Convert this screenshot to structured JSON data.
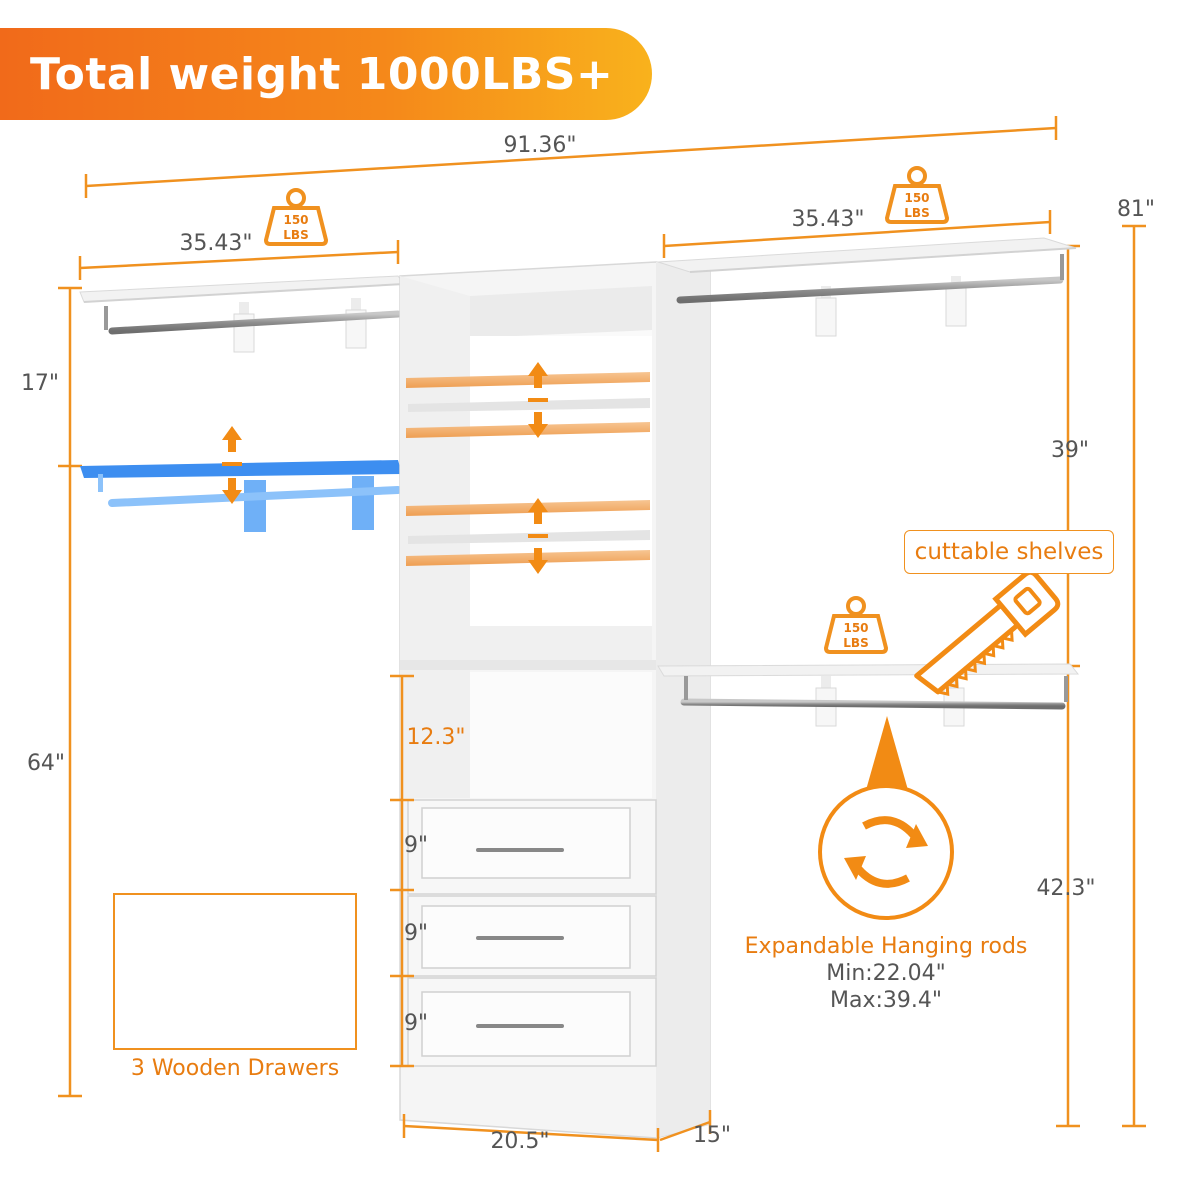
{
  "banner": {
    "title": "Total weight 1000LBS+"
  },
  "dimensions": {
    "total_width": "91.36\"",
    "left_shelf_width": "35.43\"",
    "right_shelf_width": "35.43\"",
    "total_height": "81\"",
    "top_gap": "17\"",
    "lower_left_height": "64\"",
    "right_upper_gap": "39\"",
    "right_lower_height": "42.3\"",
    "open_cubby_height": "12.3\"",
    "drawer1_height": "9\"",
    "drawer2_height": "9\"",
    "drawer3_height": "9\"",
    "tower_width": "20.5\"",
    "tower_depth": "15\""
  },
  "badges": {
    "left_top": {
      "top": "150",
      "bottom": "LBS"
    },
    "right_top": {
      "top": "150",
      "bottom": "LBS"
    },
    "right_bottom": {
      "top": "150",
      "bottom": "LBS"
    }
  },
  "callouts": {
    "cuttable": "cuttable shelves",
    "rods_title": "Expandable Hanging rods",
    "rods_min": "Min:22.04\"",
    "rods_max": "Max:39.4\"",
    "drawers": "3 Wooden Drawers"
  },
  "icons": [
    "weight-icon",
    "saw-icon",
    "rotate-arrows-icon",
    "up-down-arrow-icon"
  ],
  "colors": {
    "accent": "#f0911f",
    "accent_text": "#e87c10",
    "highlight_shelf": "#f4b070",
    "blue_shelf": "#3d8ef0",
    "panel": "#f4f4f4",
    "rod": "#8a8a8a"
  }
}
